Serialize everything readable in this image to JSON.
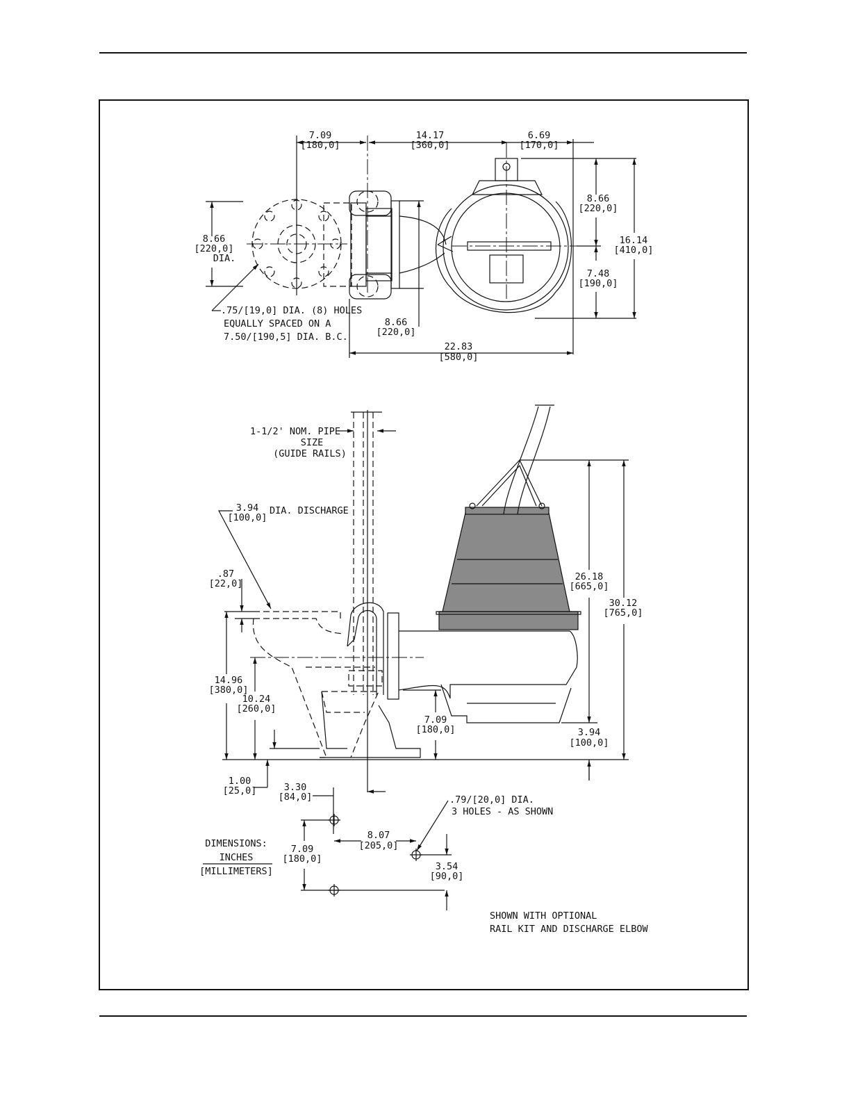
{
  "top_view": {
    "dims": {
      "d1": "7.09",
      "d1_mm": "[180,0]",
      "d2": "14.17",
      "d2_mm": "[360,0]",
      "d3": "6.69",
      "d3_mm": "[170,0]",
      "d4": "8.66",
      "d4_mm": "[220,0]",
      "d4_dia": "DIA.",
      "d5": "8.66",
      "d5_mm": "[220,0]",
      "d6": "7.48",
      "d6_mm": "[190,0]",
      "d7": "16.14",
      "d7_mm": "[410,0]",
      "d8": "8.66",
      "d8_mm": "[220,0]",
      "d9": "22.83",
      "d9_mm": "[580,0]"
    },
    "note_holes": [
      ".75/[19,0] DIA. (8) HOLES",
      "EQUALLY SPACED ON A",
      "7.50/[190,5] DIA. B.C."
    ]
  },
  "side_view": {
    "pipe_note": [
      "1-1/2' NOM. PIPE",
      "SIZE",
      "(GUIDE RAILS)"
    ],
    "discharge": {
      "value": "3.94",
      "mm": "[100,0]",
      "label": "DIA. DISCHARGE"
    },
    "dims": {
      "s1": ".87",
      "s1_mm": "[22,0]",
      "s2": "14.96",
      "s2_mm": "[380,0]",
      "s3": "10.24",
      "s3_mm": "[260,0]",
      "s4": "7.09",
      "s4_mm": "[180,0]",
      "s5": "26.18",
      "s5_mm": "[665,0]",
      "s6": "30.12",
      "s6_mm": "[765,0]",
      "s7": "3.94",
      "s7_mm": "[100,0]",
      "s8": "1.00",
      "s8_mm": "[25,0]"
    }
  },
  "base_plan": {
    "dims": {
      "b1": "3.30",
      "b1_mm": "[84,0]",
      "b2": "7.09",
      "b2_mm": "[180,0]",
      "b3": "8.07",
      "b3_mm": "[205,0]",
      "b4": "3.54",
      "b4_mm": "[90,0]"
    },
    "holes_note": [
      ".79/[20,0] DIA.",
      "3 HOLES - AS SHOWN"
    ]
  },
  "legend": {
    "title": "DIMENSIONS:",
    "unit1": "INCHES",
    "unit2": "[MILLIMETERS]"
  },
  "footnote": [
    "SHOWN WITH OPTIONAL",
    "RAIL KIT AND DISCHARGE ELBOW"
  ]
}
